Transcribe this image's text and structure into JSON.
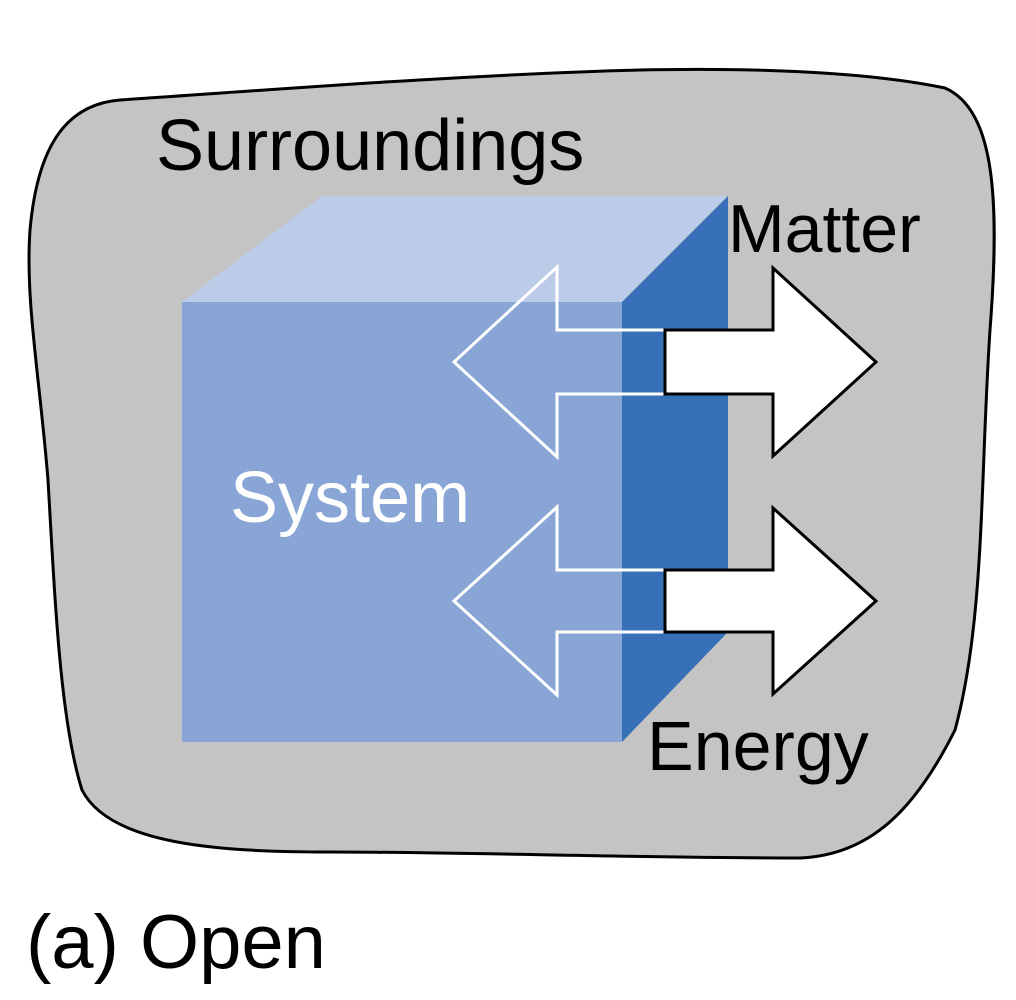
{
  "diagram": {
    "surroundings_label": "Surroundings",
    "system_label": "System",
    "matter_label": "Matter",
    "energy_label": "Energy",
    "caption": "(a) Open"
  },
  "colors": {
    "surroundings_fill": "#c4c4c4",
    "outline": "#000000",
    "cube_front": "#88a5d6",
    "cube_top": "#bccbe8",
    "cube_side": "#3870b8",
    "arrow_fill": "#ffffff",
    "arrow_outline_on_cube": "#ffffff",
    "system_text": "#ffffff",
    "label_text": "#000000"
  }
}
